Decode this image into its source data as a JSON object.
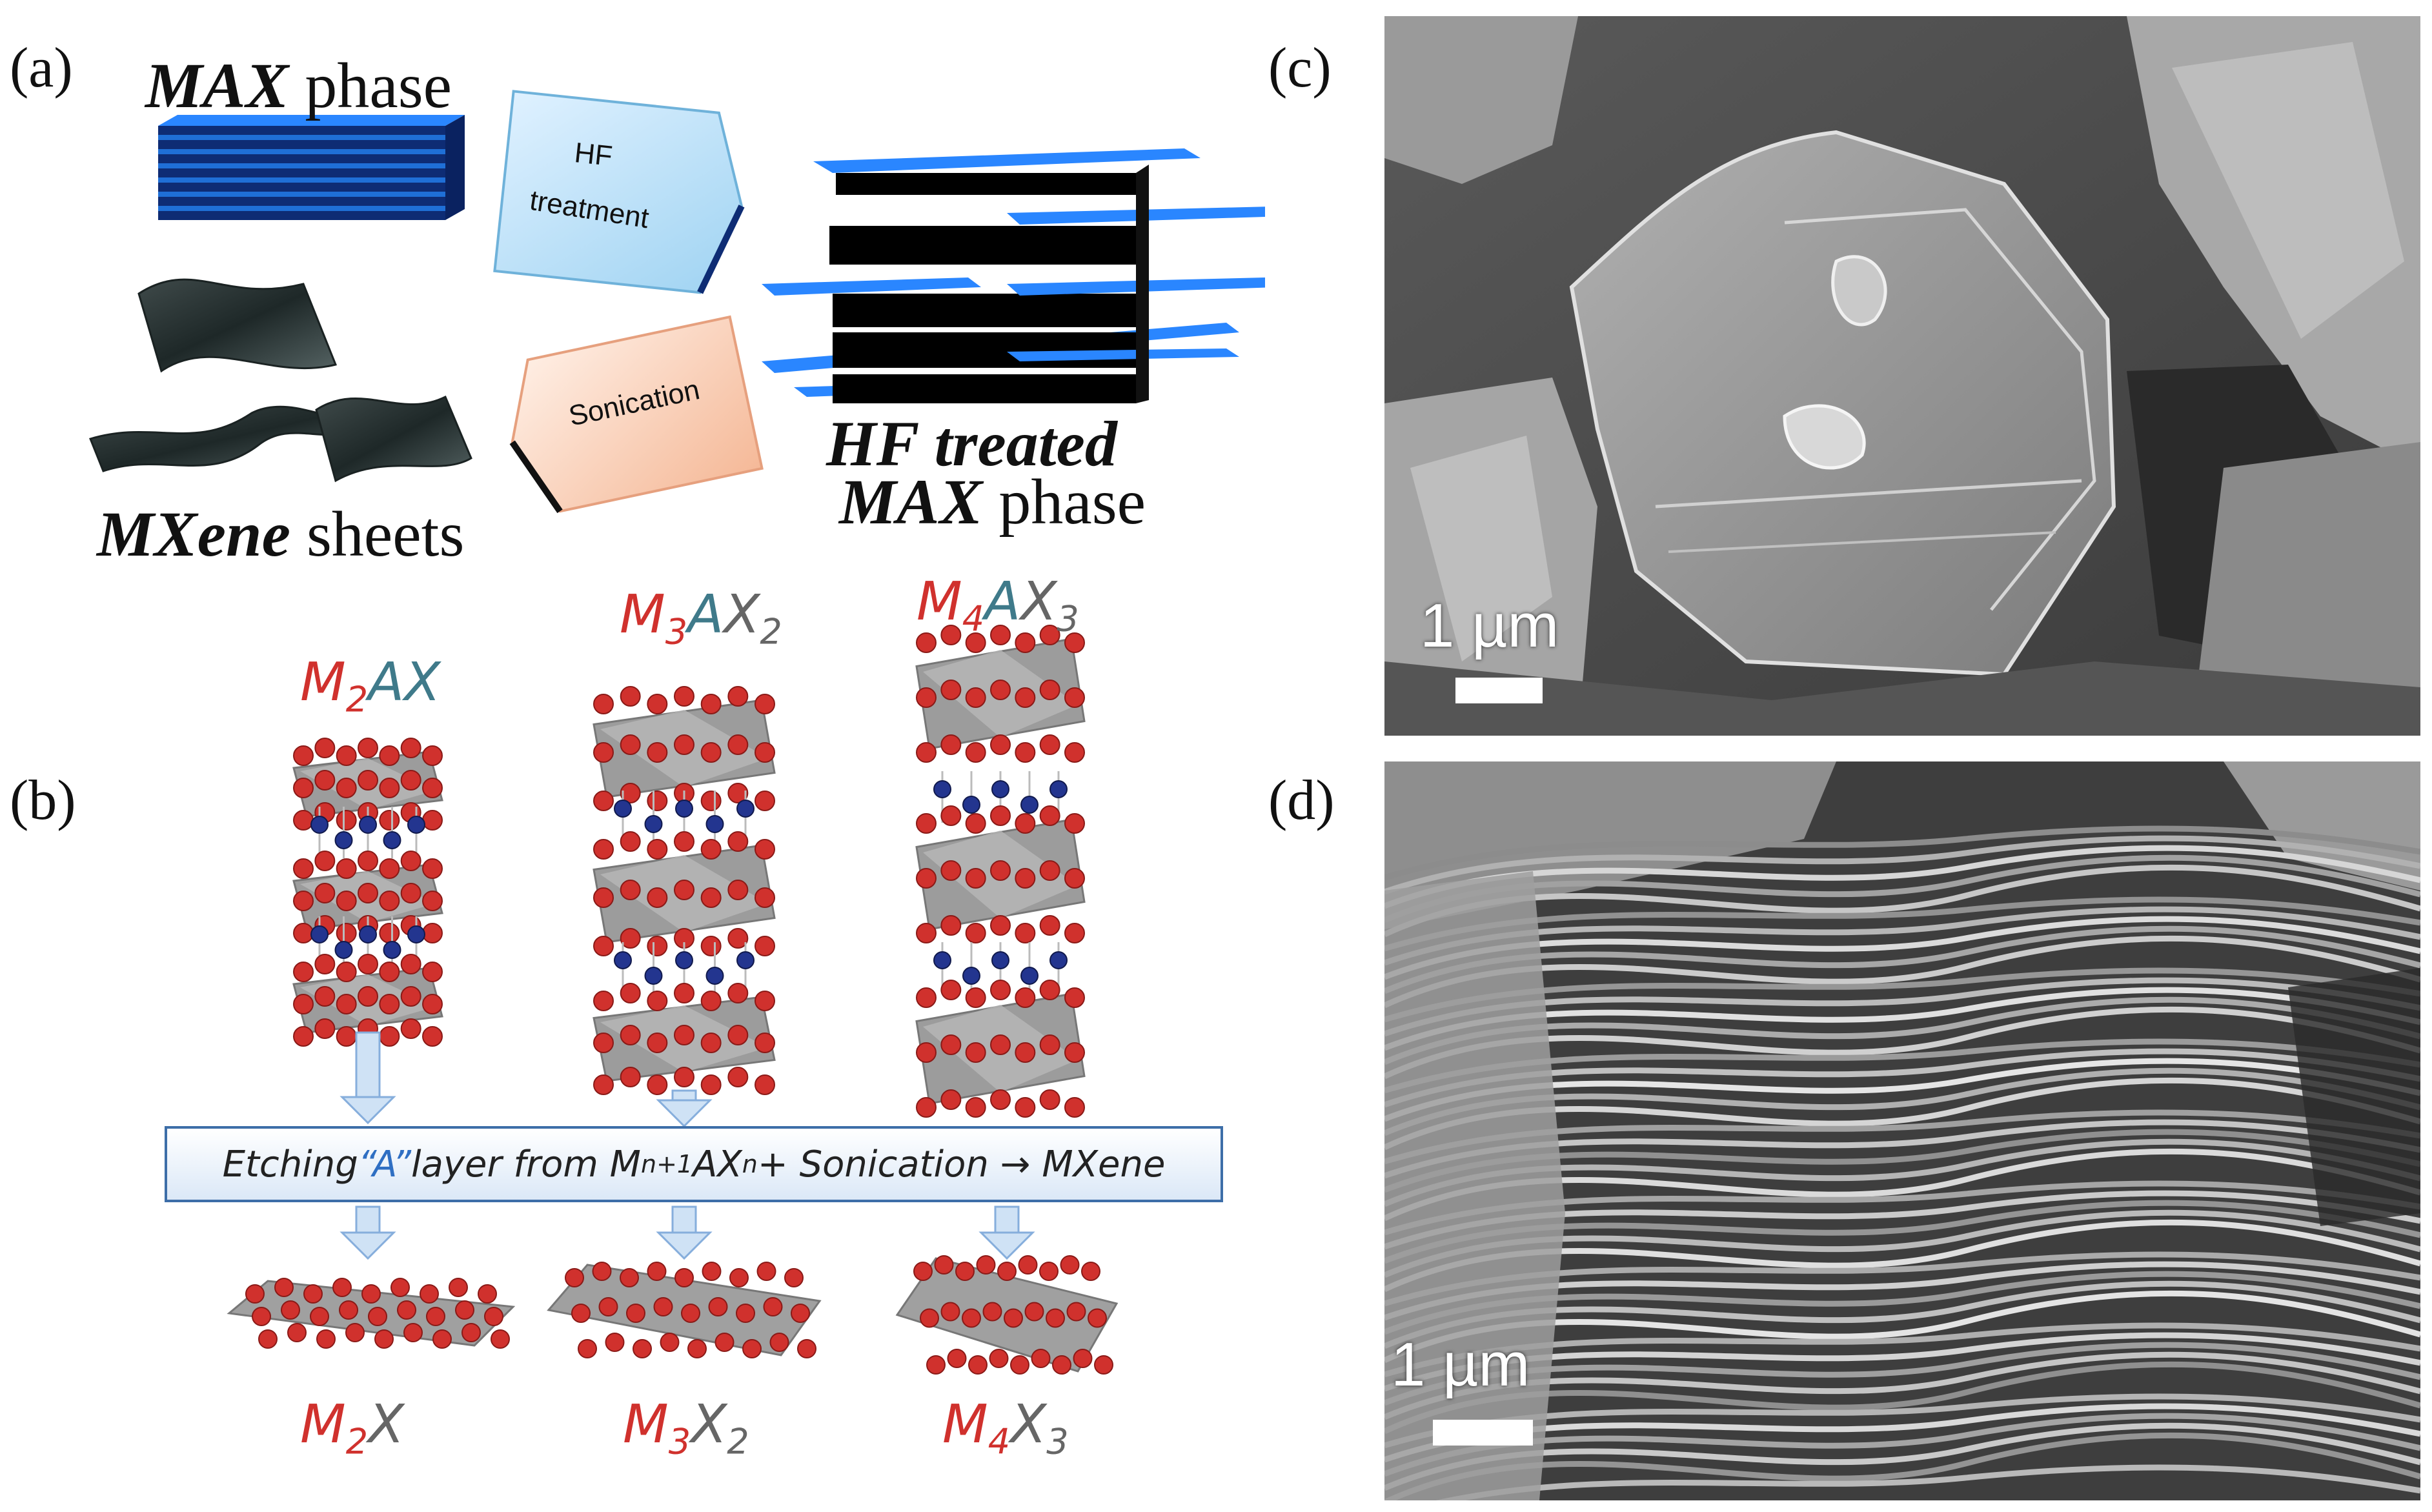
{
  "panels": {
    "a": "(a)",
    "b": "(b)",
    "c": "(c)",
    "d": "(d)"
  },
  "panel_a": {
    "max_phase_bold": "MAX",
    "max_phase_rest": " phase",
    "hf_treatment_line1": "HF",
    "hf_treatment_line2": "treatment",
    "sonication": "Sonication",
    "mxene_bold": "MXene",
    "mxene_rest": " sheets",
    "hf_treated_line1": "HF treated",
    "hf_treated_line2_bold": "MAX",
    "hf_treated_line2_rest": " phase"
  },
  "panel_b": {
    "top_formulas": [
      {
        "m": "M",
        "m_sub": "2",
        "a": "A",
        "x": "X",
        "x_sub": ""
      },
      {
        "m": "M",
        "m_sub": "3",
        "a": "A",
        "x": "X",
        "x_sub": "2"
      },
      {
        "m": "M",
        "m_sub": "4",
        "a": "A",
        "x": "X",
        "x_sub": "3"
      }
    ],
    "etch_pre": "Etching ",
    "etch_a": "“A”",
    "etch_mid": " layer from M",
    "etch_sub1": "n+1",
    "etch_ax": "AX",
    "etch_sub2": "n",
    "etch_post": " + Sonication → MXene",
    "bottom_formulas": [
      {
        "m": "M",
        "m_sub": "2",
        "x": "X",
        "x_sub": ""
      },
      {
        "m": "M",
        "m_sub": "3",
        "x": "X",
        "x_sub": "2"
      },
      {
        "m": "M",
        "m_sub": "4",
        "x": "X",
        "x_sub": "3"
      }
    ]
  },
  "sem": {
    "c_scale": "1 µm",
    "d_scale": "1 µm"
  },
  "colors": {
    "m_atom": "#d0312d",
    "a_atom": "#23358f",
    "layer_blue": "#1f6fd6",
    "box_border": "#3d6ea8"
  }
}
